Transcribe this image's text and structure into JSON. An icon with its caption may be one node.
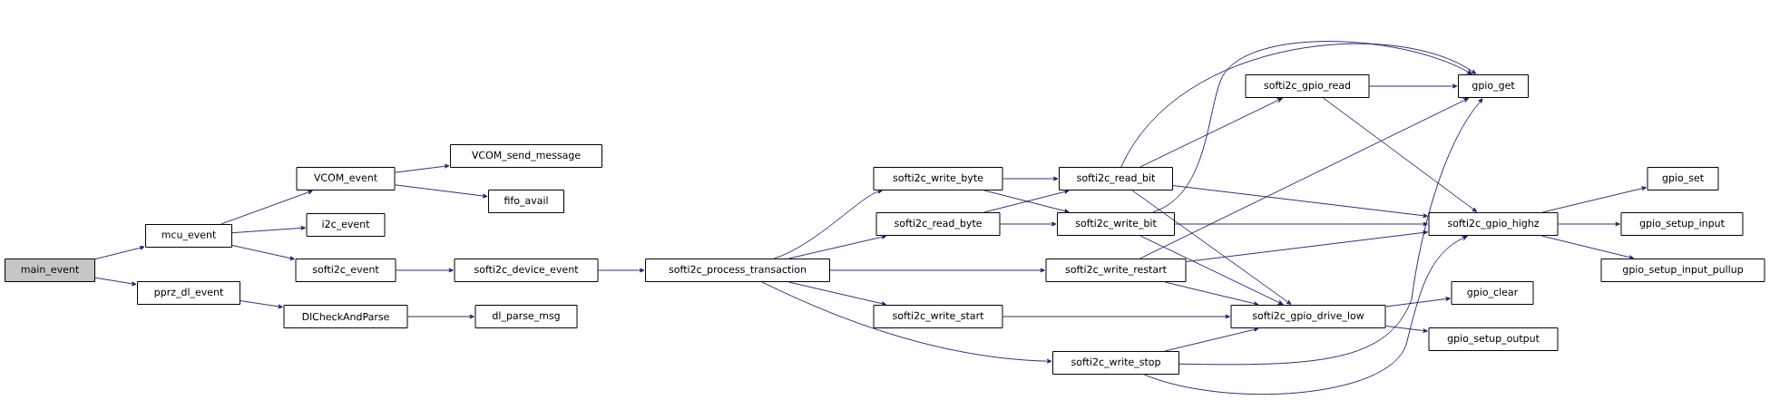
{
  "diagram": {
    "nodes": [
      {
        "text": [
          "main_event"
        ]
      },
      {
        "text": [
          "mcu_event"
        ]
      },
      {
        "text": [
          "pprz_dl_event"
        ]
      },
      {
        "text": [
          "VCOM_event"
        ]
      },
      {
        "text": [
          "i2c_event"
        ]
      },
      {
        "text": [
          "softi2c_event"
        ]
      },
      {
        "text": [
          "DlCheckAndParse"
        ]
      },
      {
        "text": [
          "VCOM_send_message"
        ]
      },
      {
        "text": [
          "fifo_avail"
        ]
      },
      {
        "text": [
          "softi2c_device_event"
        ]
      },
      {
        "text": [
          "dl_parse_msg"
        ]
      },
      {
        "text": [
          "softi2c_process_transaction"
        ]
      },
      {
        "text": [
          "softi2c_write_byte"
        ]
      },
      {
        "text": [
          "softi2c_read_byte"
        ]
      },
      {
        "text": [
          "softi2c_write_restart"
        ]
      },
      {
        "text": [
          "softi2c_write_start"
        ]
      },
      {
        "text": [
          "softi2c_write_stop"
        ]
      },
      {
        "text": [
          "softi2c_read_bit"
        ]
      },
      {
        "text": [
          "softi2c_write_bit"
        ]
      },
      {
        "text": [
          "softi2c_gpio_read"
        ]
      },
      {
        "text": [
          "softi2c_gpio_drive_low"
        ]
      },
      {
        "text": [
          "gpio_get"
        ]
      },
      {
        "text": [
          "softi2c_gpio_highz"
        ]
      },
      {
        "text": [
          "gpio_set"
        ]
      },
      {
        "text": [
          "gpio_setup_input"
        ]
      },
      {
        "text": [
          "gpio_setup_input_pullup"
        ]
      },
      {
        "text": [
          "gpio_clear"
        ]
      },
      {
        "text": [
          "gpio_setup_output"
        ]
      }
    ],
    "edges": [
      {
        "from": 0,
        "to": 1,
        "arrow": "to"
      },
      {
        "from": 0,
        "to": 2,
        "arrow": "to"
      },
      {
        "from": 1,
        "to": 3,
        "arrow": "to"
      },
      {
        "from": 1,
        "to": 4,
        "arrow": "to"
      },
      {
        "from": 1,
        "to": 5,
        "arrow": "to"
      },
      {
        "from": 2,
        "to": 6,
        "arrow": "to"
      },
      {
        "from": 3,
        "to": 7,
        "arrow": "to"
      },
      {
        "from": 3,
        "to": 8,
        "arrow": "to"
      },
      {
        "from": 5,
        "to": 9,
        "arrow": "to"
      },
      {
        "from": 6,
        "to": 10,
        "arrow": "to"
      },
      {
        "from": 9,
        "to": 11,
        "arrow": "to"
      },
      {
        "from": 11,
        "to": 12,
        "arrow": "to"
      },
      {
        "from": 11,
        "to": 13,
        "arrow": "to"
      },
      {
        "from": 11,
        "to": 14,
        "arrow": "to"
      },
      {
        "from": 11,
        "to": 15,
        "arrow": "to"
      },
      {
        "from": 11,
        "to": 16,
        "arrow": "to"
      },
      {
        "from": 12,
        "to": 17,
        "arrow": "to"
      },
      {
        "from": 12,
        "to": 18,
        "arrow": "to"
      },
      {
        "from": 13,
        "to": 17,
        "arrow": "to"
      },
      {
        "from": 13,
        "to": 18,
        "arrow": "to"
      },
      {
        "from": 17,
        "to": 21,
        "arrow": "to"
      },
      {
        "from": 17,
        "to": 19,
        "arrow": "to"
      },
      {
        "from": 17,
        "to": 22,
        "arrow": "to"
      },
      {
        "from": 17,
        "to": 20,
        "arrow": "to"
      },
      {
        "from": 18,
        "to": 21,
        "arrow": "to"
      },
      {
        "from": 18,
        "to": 22,
        "arrow": "to"
      },
      {
        "from": 18,
        "to": 20,
        "arrow": "to"
      },
      {
        "from": 14,
        "to": 21,
        "arrow": "to"
      },
      {
        "from": 14,
        "to": 22,
        "arrow": "to"
      },
      {
        "from": 14,
        "to": 20,
        "arrow": "to"
      },
      {
        "from": 15,
        "to": 20,
        "arrow": "to"
      },
      {
        "from": 16,
        "to": 20,
        "arrow": "to"
      },
      {
        "from": 16,
        "to": 21,
        "arrow": "to"
      },
      {
        "from": 16,
        "to": 22,
        "arrow": "to"
      },
      {
        "from": 19,
        "to": 21,
        "arrow": "to"
      },
      {
        "from": 19,
        "to": 22,
        "arrow": "to"
      },
      {
        "from": 22,
        "to": 23,
        "arrow": "to"
      },
      {
        "from": 22,
        "to": 24,
        "arrow": "to"
      },
      {
        "from": 22,
        "to": 25,
        "arrow": "to"
      },
      {
        "from": 20,
        "to": 26,
        "arrow": "to"
      },
      {
        "from": 20,
        "to": 27,
        "arrow": "to"
      }
    ]
  }
}
